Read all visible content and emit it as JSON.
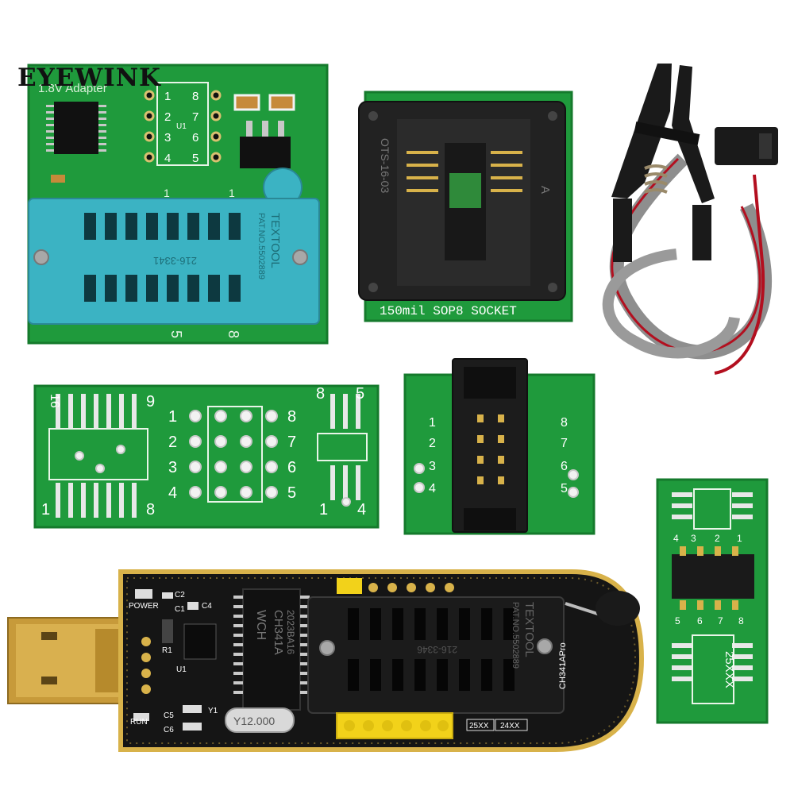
{
  "brand": "EYEWINK",
  "colors": {
    "pcb_green": "#1f9a3c",
    "pcb_green_dark": "#157a2c",
    "zif_blue": "#3bb3c3",
    "board_black": "#151515",
    "gold": "#d8b24a",
    "socket_black": "#222222",
    "yellow_header": "#f2d21a"
  },
  "adapter_18v": {
    "label": "1.8V  Adapter",
    "pins_left": [
      "1",
      "2",
      "3",
      "4"
    ],
    "pins_right": [
      "8",
      "7",
      "6",
      "5"
    ],
    "chip_mark": "U1",
    "edge_left": "1",
    "edge_right": "1",
    "zif_text": "TEXTOOL",
    "zif_patent": "PAT.NO.5502889",
    "zif_model": "216-3341",
    "bottom_5": "5",
    "bottom_8": "8"
  },
  "sop8_socket": {
    "label": "150mil  SOP8  SOCKET",
    "side_left": "OTS-16-03",
    "side_right": "A"
  },
  "universal_board": {
    "top_16": "16",
    "top_9": "9",
    "bottom_1": "1",
    "bottom_8": "8",
    "right_top_8": "8",
    "right_top_5": "5",
    "right_bottom_1": "1",
    "right_bottom_4": "4",
    "left_nums": [
      "1",
      "2",
      "3",
      "4"
    ],
    "right_nums": [
      "8",
      "7",
      "6",
      "5"
    ]
  },
  "header_board": {
    "left_nums": [
      "1",
      "2",
      "3",
      "4"
    ],
    "right_nums": [
      "8",
      "7",
      "6",
      "5"
    ]
  },
  "small_board": {
    "top_nums": [
      "4",
      "3",
      "2",
      "1"
    ],
    "bottom_nums": [
      "5",
      "6",
      "7",
      "8"
    ],
    "label": "25XXX"
  },
  "programmer": {
    "power": "POWER",
    "run": "RUN",
    "c2": "C2",
    "c1": "C1",
    "c4": "C4",
    "r1": "R1",
    "u1": "U1",
    "c5": "C5",
    "c6": "C6",
    "y1": "Y1",
    "crystal": "Y12.000",
    "chip": "CH341A",
    "chip_code": "2023BA16",
    "logo": "WCH",
    "zif_text": "TEXTOOL",
    "zif_patent": "PAT.NO.5502889",
    "zif_model": "216-3346",
    "model": "CH341APro",
    "mode_a": "25XX",
    "mode_b": "24XX"
  }
}
